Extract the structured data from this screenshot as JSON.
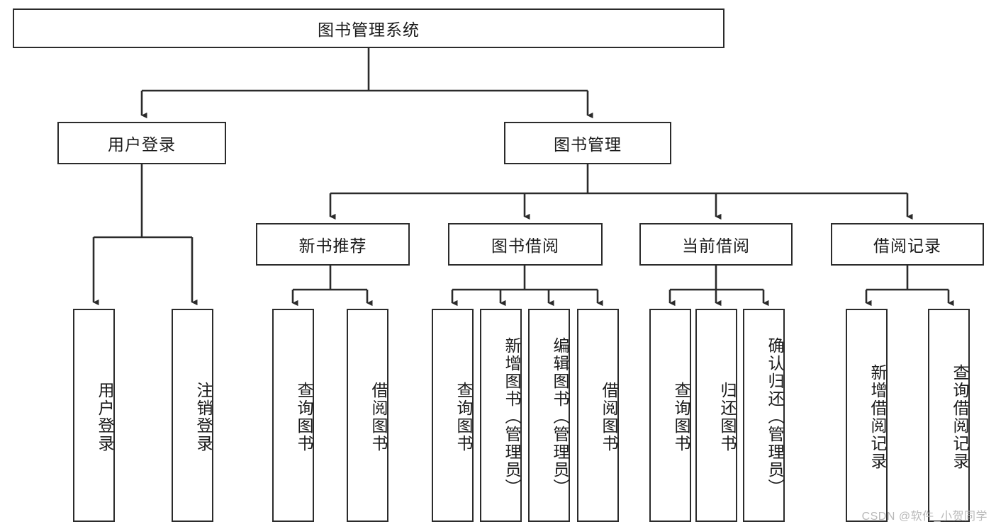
{
  "diagram": {
    "type": "tree-hierarchy-chart",
    "title_node": {
      "id": "root",
      "label": "图书管理系统"
    },
    "level2": [
      {
        "id": "user-login",
        "label": "用户登录"
      },
      {
        "id": "book-manage",
        "label": "图书管理"
      }
    ],
    "level3": [
      {
        "id": "new-book-recommend",
        "label": "新书推荐"
      },
      {
        "id": "book-borrow",
        "label": "图书借阅"
      },
      {
        "id": "current-borrow",
        "label": "当前借阅"
      },
      {
        "id": "borrow-record",
        "label": "借阅记录"
      }
    ],
    "leaves": {
      "user_login": [
        {
          "id": "leaf-user-login",
          "label": "用户登录"
        },
        {
          "id": "leaf-logout-login",
          "label": "注销登录"
        }
      ],
      "new_book_recommend": [
        {
          "id": "leaf-query-book-1",
          "label": "查询图书"
        },
        {
          "id": "leaf-borrow-book-1",
          "label": "借阅图书"
        }
      ],
      "book_borrow": [
        {
          "id": "leaf-query-book-2",
          "label": "查询图书"
        },
        {
          "id": "leaf-add-book",
          "label": "新增图书（管理员）"
        },
        {
          "id": "leaf-edit-book",
          "label": "编辑图书（管理员）"
        },
        {
          "id": "leaf-borrow-book-2",
          "label": "借阅图书"
        }
      ],
      "current_borrow": [
        {
          "id": "leaf-query-book-3",
          "label": "查询图书"
        },
        {
          "id": "leaf-return-book",
          "label": "归还图书"
        },
        {
          "id": "leaf-confirm-return",
          "label": "确认归还（管理员）"
        }
      ],
      "borrow_record": [
        {
          "id": "leaf-add-record",
          "label": "新增借阅记录"
        },
        {
          "id": "leaf-query-record",
          "label": "查询借阅记录"
        }
      ]
    },
    "watermark": "CSDN @软件_小贺同学",
    "colors": {
      "background": "#ffffff",
      "box_border": "#2b2b2b",
      "box_fill": "#ffffff",
      "text": "#1a1a1a",
      "connector": "#2b2b2b",
      "watermark": "#b9b9b9"
    }
  }
}
